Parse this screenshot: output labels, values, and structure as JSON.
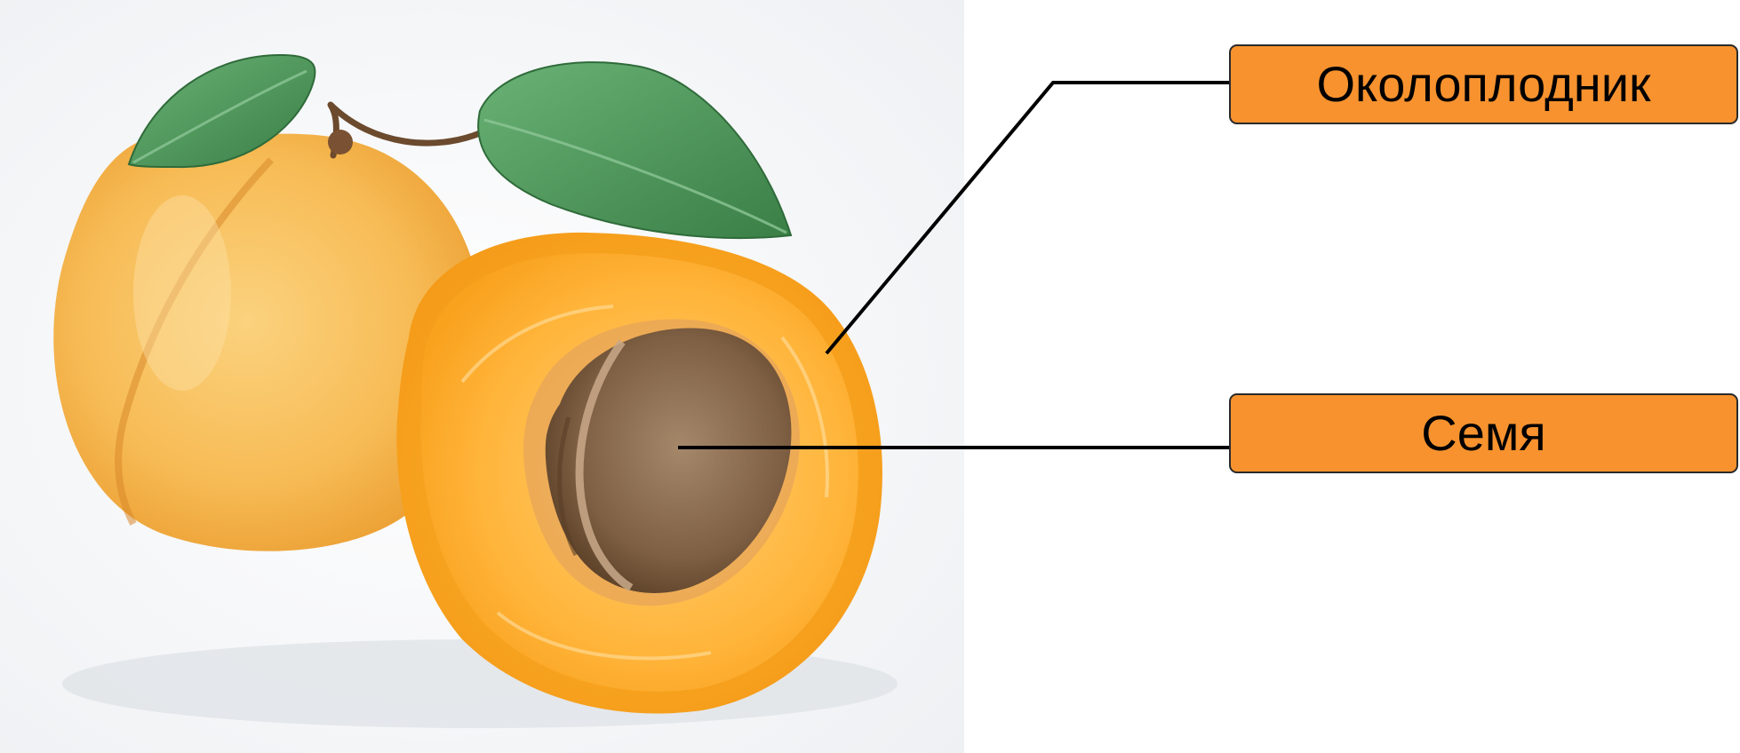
{
  "labels": {
    "pericarp": "Околоплодник",
    "seed": "Семя"
  },
  "colors": {
    "label_fill": "#f7922e",
    "label_border": "#2a2a2a",
    "leader_line": "#000000",
    "apricot_skin": "#f5b24a",
    "apricot_flesh": "#fba725",
    "pit": "#8a6a4a",
    "leaf": "#4e9a58"
  },
  "icons": {
    "photo": "apricot-photo"
  }
}
